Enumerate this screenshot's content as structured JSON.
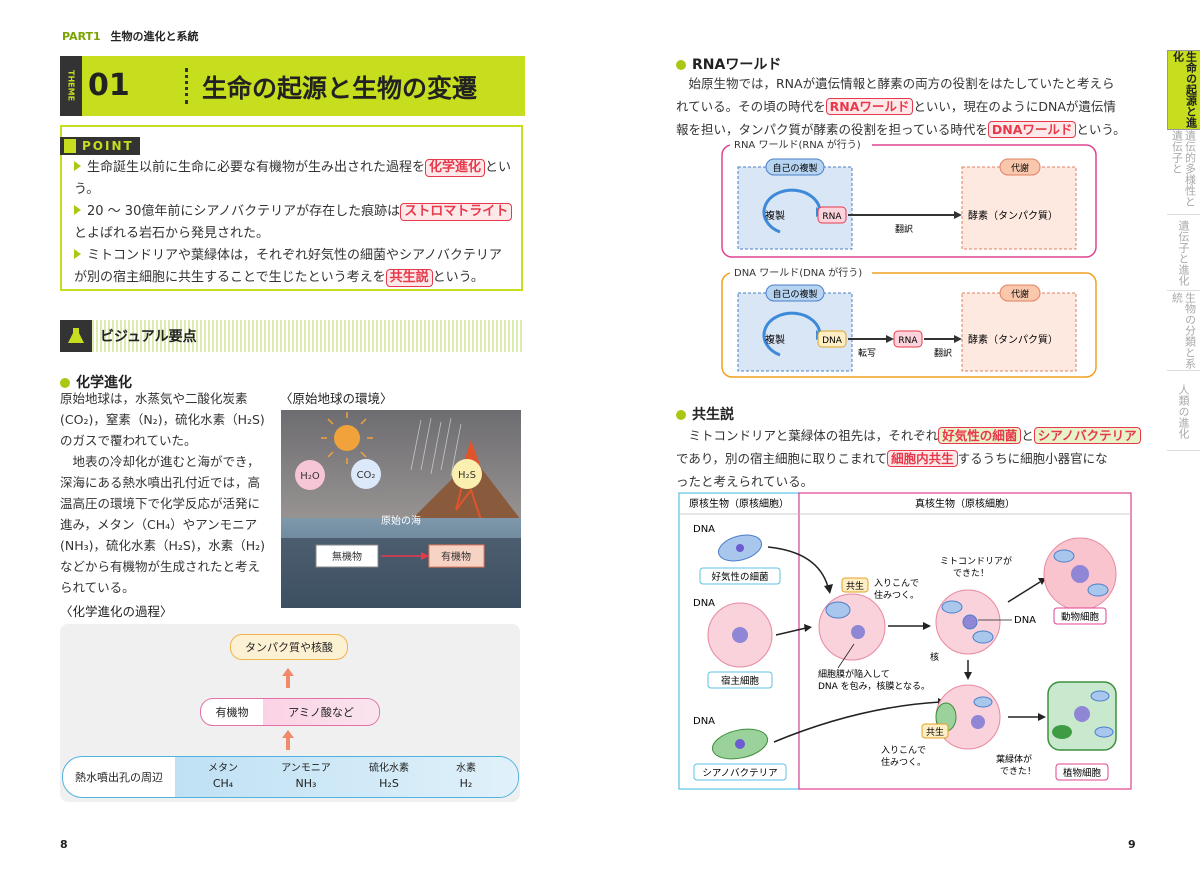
{
  "header": {
    "part": "PART1",
    "part_title": "生物の進化と系統"
  },
  "theme": {
    "label": "THEME",
    "number": "01",
    "title": "生命の起源と生物の変遷"
  },
  "point": {
    "label": "POINT",
    "items": [
      {
        "pre": "生命誕生以前に生命に必要な有機物が生み出された過程を",
        "key": "化学進化",
        "post": "という。"
      },
      {
        "pre": "20 ～ 30億年前にシアノバクテリアが存在した痕跡は",
        "key": "ストロマトライト",
        "post": "とよばれる岩石から発見された。"
      },
      {
        "pre": "ミトコンドリアや葉緑体は，それぞれ好気性の細菌やシアノバクテリアが別の宿主細胞に共生することで生じたという考えを",
        "key": "共生説",
        "post": "という。"
      }
    ]
  },
  "visual": {
    "title": "ビジュアル要点"
  },
  "chem": {
    "heading": "化学進化",
    "lines": [
      "原始地球は，水蒸気や二酸化炭素",
      "(CO₂)，窒素（N₂)，硫化水素（H₂S)",
      "のガスで覆われていた。",
      "　地表の冷却化が進むと海ができ，",
      "深海にある熱水噴出孔付近では，高",
      "温高圧の環境下で化学反応が活発に",
      "進み，メタン（CH₄）やアンモニア",
      "(NH₃)，硫化水素（H₂S)，水素（H₂)",
      "などから有機物が生成されたと考え",
      "られている。"
    ],
    "env_caption": "〈原始地球の環境〉",
    "env": {
      "h2o": "H₂O",
      "co2": "CO₂",
      "h2s": "H₂S",
      "sea": "原始の海",
      "inorganic": "無機物",
      "organic": "有機物"
    },
    "process_caption": "〈化学進化の過程〉",
    "process": {
      "top": "タンパク質や核酸",
      "mid_left": "有機物",
      "mid_right": "アミノ酸など",
      "bottom_label": "熱水噴出孔の周辺",
      "items": [
        {
          "name": "メタン",
          "formula": "CH₄"
        },
        {
          "name": "アンモニア",
          "formula": "NH₃"
        },
        {
          "name": "硫化水素",
          "formula": "H₂S"
        },
        {
          "name": "水素",
          "formula": "H₂"
        }
      ]
    }
  },
  "rna": {
    "heading": "RNAワールド",
    "line1": "　始原生物では，RNAが遺伝情報と酵素の両方の役割をはたしていたと考えら",
    "line2_pre": "れている。その頃の時代を",
    "line2_key": "RNAワールド",
    "line2_post": "といい，現在のようにDNAが遺伝情",
    "line3_pre": "報を担い，タンパク質が酵素の役割を担っている時代を",
    "line3_key": "DNAワールド",
    "line3_post": "という。",
    "box1": {
      "title": "RNA ワールド(RNA が行う)",
      "self": "自己の複製",
      "metab": "代謝",
      "rep": "複製",
      "rna": "RNA",
      "trans": "翻訳",
      "enzyme": "酵素（タンパク質）"
    },
    "box2": {
      "title": "DNA ワールド(DNA が行う)",
      "self": "自己の複製",
      "metab": "代謝",
      "rep": "複製",
      "dna": "DNA",
      "tx": "転写",
      "rna": "RNA",
      "trans": "翻訳",
      "enzyme": "酵素（タンパク質）"
    }
  },
  "sym": {
    "heading": "共生説",
    "l1_pre": "　ミトコンドリアと葉緑体の祖先は，それぞれ",
    "l1_k1": "好気性の細菌",
    "l1_mid": "と",
    "l1_k2": "シアノバクテリア",
    "l2_pre": "であり，別の宿主細胞に取りこまれて",
    "l2_key": "細胞内共生",
    "l2_post": "するうちに細胞小器官にな",
    "l3": "ったと考えられている。",
    "fig": {
      "prok": "原核生物（原核細胞）",
      "euk": "真核生物（原核細胞）",
      "dna1": "DNA",
      "aerobic": "好気性の細菌",
      "dna2": "DNA",
      "host": "宿主細胞",
      "dna3": "DNA",
      "cyano": "シアノバクテリア",
      "sym1": "共生",
      "enter1": "入りこんで",
      "enter1b": "住みつく。",
      "mito1": "ミトコンドリアが",
      "mito2": "できた！",
      "dna4": "DNA",
      "nucleus": "核",
      "membrane1": "細胞膜が陥入して",
      "membrane2": "DNA を包み，核膜となる。",
      "animal": "動物細胞",
      "sym2": "共生",
      "enter2": "入りこんで",
      "enter2b": "住みつく。",
      "chloro1": "葉緑体が",
      "chloro2": "できた！",
      "plant": "植物細胞"
    }
  },
  "tabs": [
    {
      "label": "生命の起源と進化",
      "active": true
    },
    {
      "label": "遺伝的多様性と遺伝子と",
      "active": false
    },
    {
      "label": "遺伝子と進化",
      "active": false
    },
    {
      "label": "生物の分類と系統",
      "active": false
    },
    {
      "label": "人類の進化",
      "active": false
    }
  ],
  "page": {
    "left": "8",
    "right": "9"
  }
}
